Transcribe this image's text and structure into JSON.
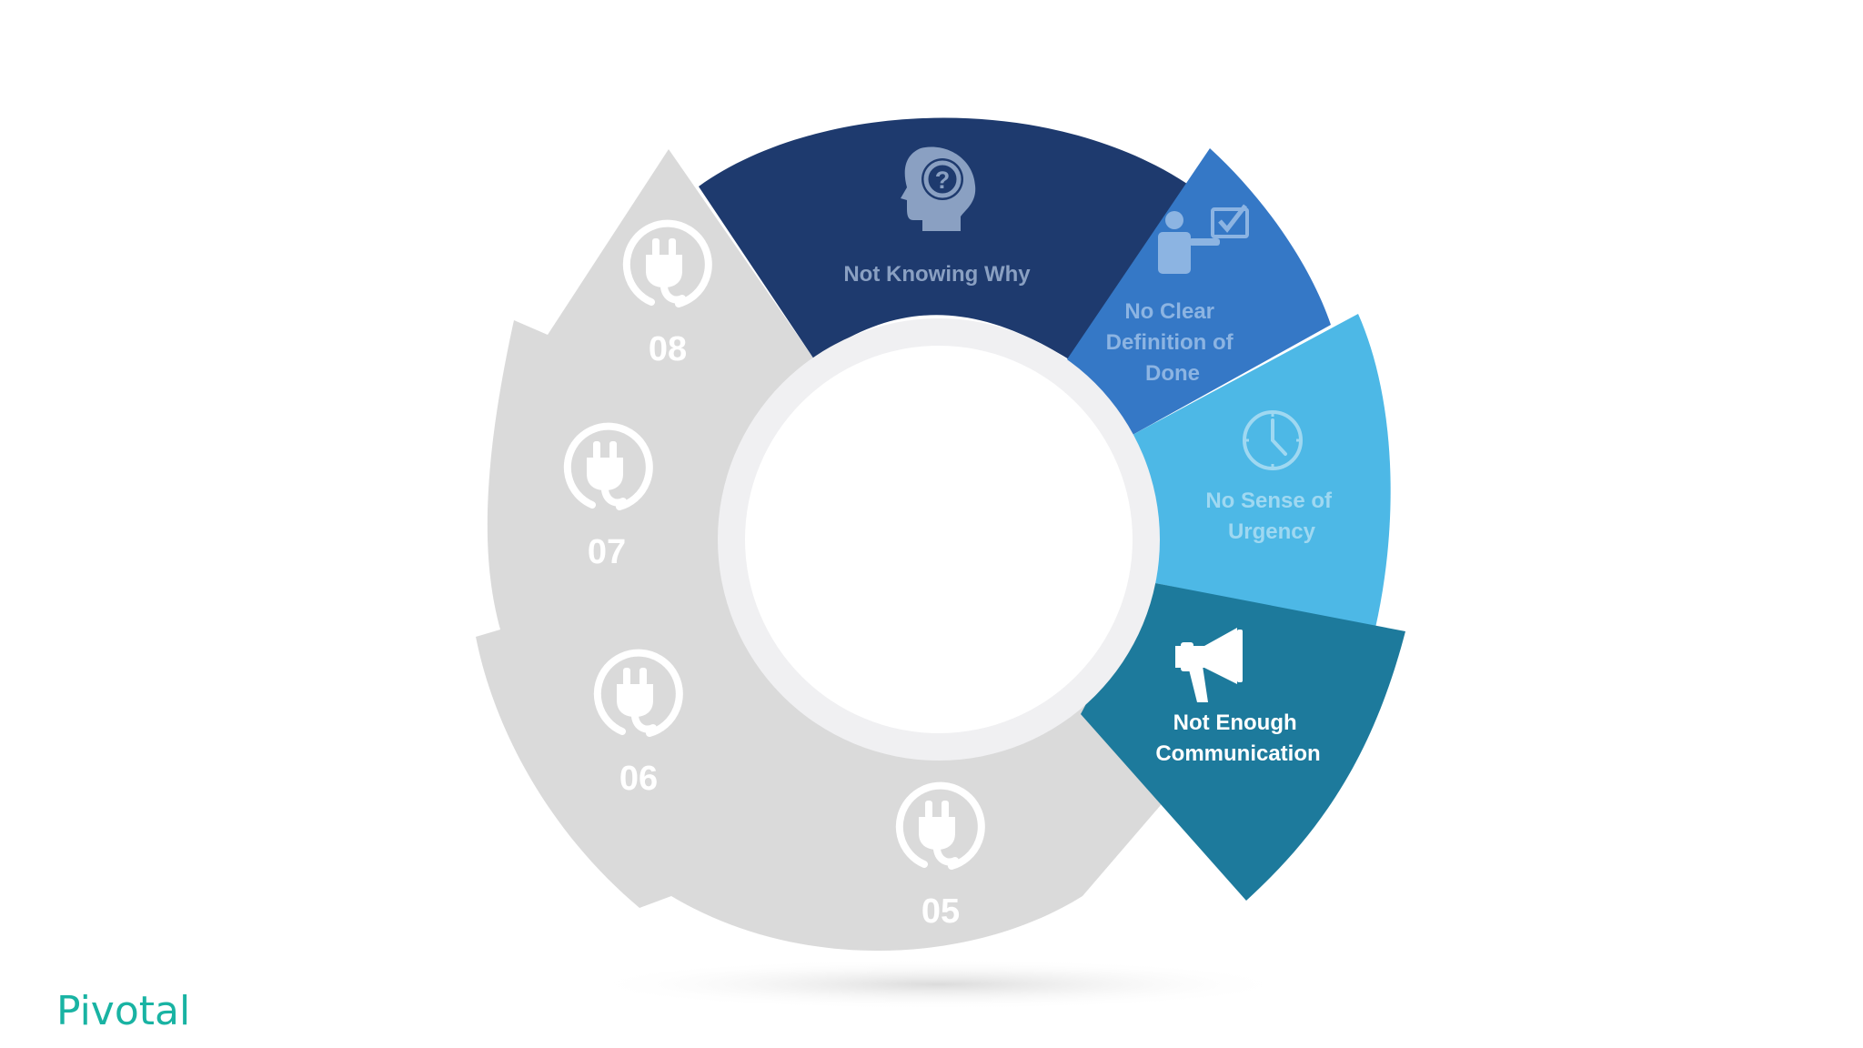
{
  "brand": {
    "name": "Pivotal",
    "color": "#19b3a3"
  },
  "colors": {
    "dark_navy": "#1e3a6e",
    "medium_blue": "#3578c6",
    "light_blue": "#4db8e6",
    "teal": "#1d7a9c",
    "gray": "#dadada",
    "inner_ring": "#f0f0f2"
  },
  "segments": [
    {
      "label_lines": [
        "Not Knowing Why"
      ],
      "icon": "head-question-icon",
      "color": "#1e3a6e",
      "text_color": "#8aa0c2",
      "icon_color": "#8aa0c2"
    },
    {
      "label_lines": [
        "No Clear",
        "Definition of",
        "Done"
      ],
      "icon": "presenter-checkbox-icon",
      "color": "#3578c6",
      "text_color": "#8cb4e2",
      "icon_color": "#8cb4e2"
    },
    {
      "label_lines": [
        "No Sense of",
        "Urgency"
      ],
      "icon": "clock-icon",
      "color": "#4db8e6",
      "text_color": "#9fd8f1",
      "icon_color": "#9fd8f1"
    },
    {
      "label_lines": [
        "Not Enough",
        "Communication"
      ],
      "icon": "megaphone-icon",
      "color": "#1d7a9c",
      "text_color": "#ffffff",
      "icon_color": "#ffffff"
    }
  ],
  "placeholders": [
    {
      "number": "05",
      "icon": "plug-icon"
    },
    {
      "number": "06",
      "icon": "plug-icon"
    },
    {
      "number": "07",
      "icon": "plug-icon"
    },
    {
      "number": "08",
      "icon": "plug-icon"
    }
  ]
}
